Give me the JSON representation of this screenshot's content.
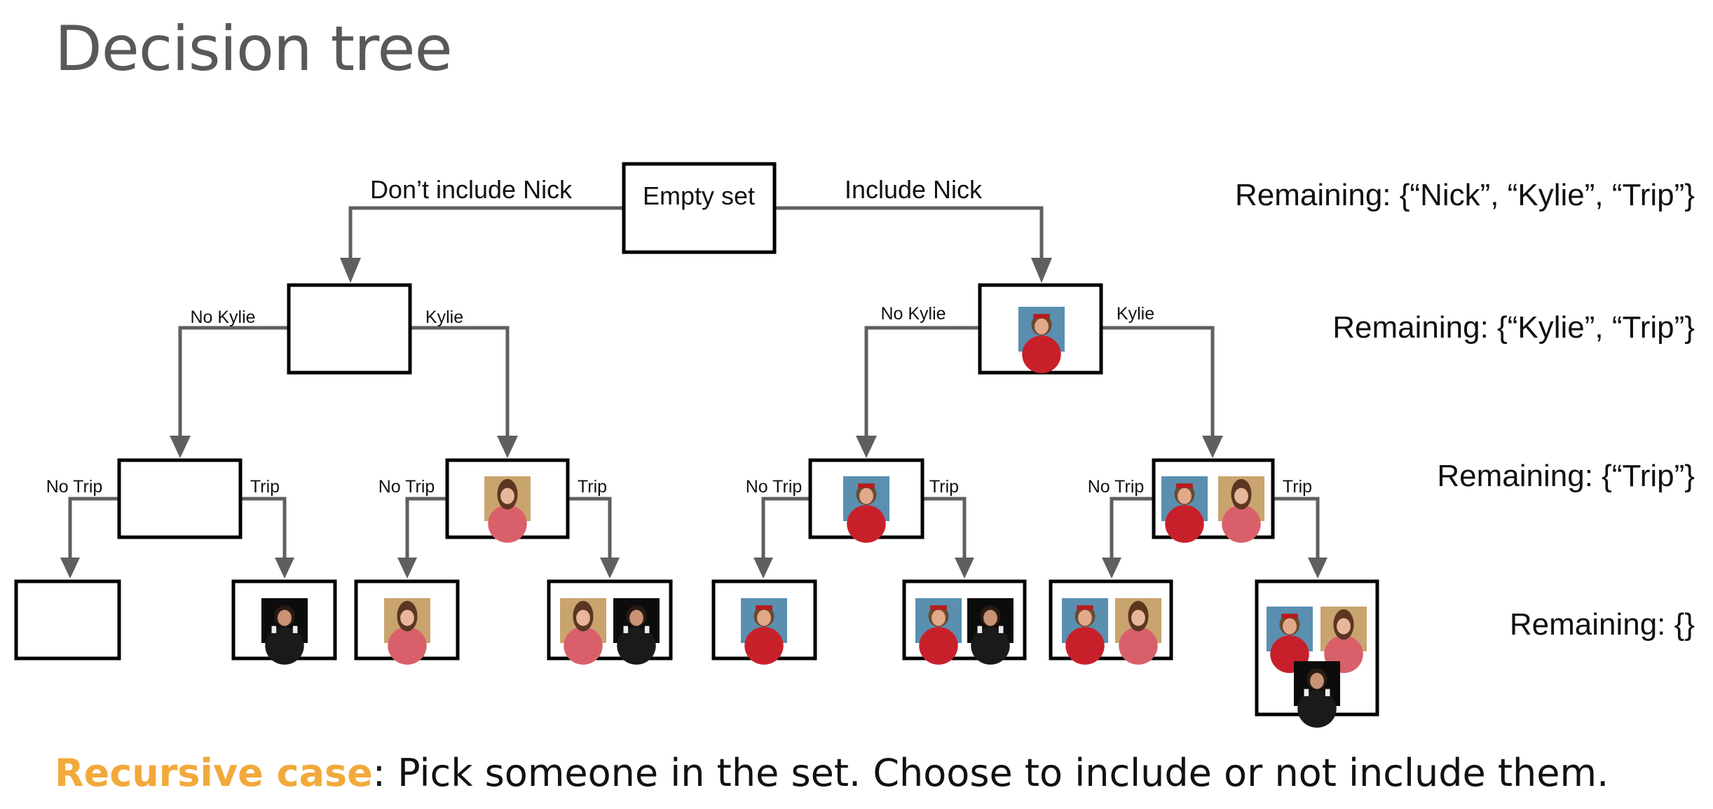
{
  "title": "Decision tree",
  "root_label": "Empty set",
  "edges": {
    "dont_include_nick": "Don’t include Nick",
    "include_nick": "Include Nick",
    "no_kylie": "No Kylie",
    "kylie": "Kylie",
    "no_trip": "No Trip",
    "trip": "Trip"
  },
  "remaining": [
    "Remaining: {“Nick”, “Kylie”, “Trip”}",
    "Remaining: {“Kylie”, “Trip”}",
    "Remaining: {“Trip”}",
    "Remaining: {}"
  ],
  "footer": {
    "highlight": "Recursive case",
    "text": ": Pick someone in the set. Choose to include or not include them."
  },
  "people": {
    "nick": {
      "shirt": "#c8202a",
      "bg": "#5a8fb0",
      "skin": "#e2a88a",
      "hair": "#6b4a2f"
    },
    "kylie": {
      "shirt": "#d9606a",
      "bg": "#c9a46f",
      "skin": "#e8b79b",
      "hair": "#5b3620"
    },
    "trip": {
      "shirt": "#1a1a1a",
      "bg": "#0c0c0c",
      "skin": "#c79276",
      "hair": "#2a1a12"
    }
  }
}
